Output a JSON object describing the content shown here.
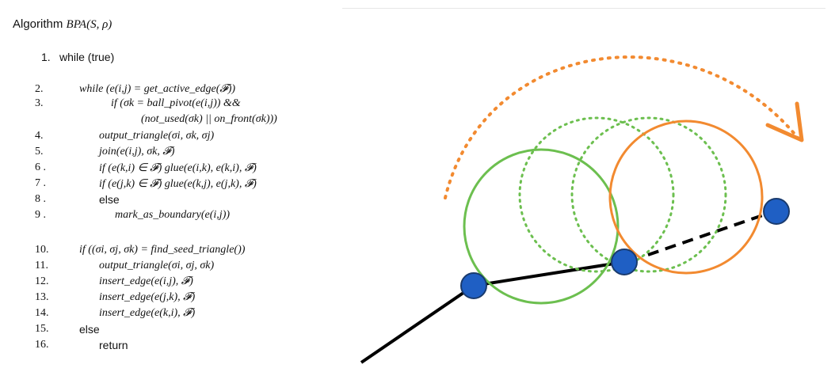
{
  "algorithm": {
    "title_prefix": "Algorithm ",
    "title_math": "BPA(S, ρ)",
    "lines": [
      {
        "num": "1.",
        "text": "while (true)"
      },
      {
        "num": "2.",
        "text": "while (e(i,j) = get_active_edge(𝓕))"
      },
      {
        "num": "3.",
        "text": "if (σk = ball_pivot(e(i,j)) &&"
      },
      {
        "num": "",
        "text": "(not_used(σk) || on_front(σk)))"
      },
      {
        "num": "4.",
        "text": "output_triangle(σi, σk, σj)"
      },
      {
        "num": "5.",
        "text": "join(e(i,j), σk, 𝓕)"
      },
      {
        "num": "6 .",
        "text": "if (e(k,i) ∈ 𝓕) glue(e(i,k), e(k,i), 𝓕)"
      },
      {
        "num": "7 .",
        "text": "if (e(j,k) ∈ 𝓕) glue(e(k,j), e(j,k), 𝓕)"
      },
      {
        "num": "8 .",
        "text": "else"
      },
      {
        "num": "9 .",
        "text": "mark_as_boundary(e(i,j))"
      },
      {
        "num": "10.",
        "text": "if ((σi, σj, σk) = find_seed_triangle())"
      },
      {
        "num": "11.",
        "text": "output_triangle(σi, σj, σk)"
      },
      {
        "num": "12.",
        "text": "insert_edge(e(i,j), 𝓕)"
      },
      {
        "num": "13.",
        "text": "insert_edge(e(j,k), 𝓕)"
      },
      {
        "num": "14.",
        "text": "insert_edge(e(k,i), 𝓕)"
      },
      {
        "num": "15.",
        "text": "else"
      },
      {
        "num": "16.",
        "text": "return"
      }
    ]
  },
  "colors": {
    "green": "#6cbf4f",
    "orange": "#f28a30",
    "point_fill": "#1f5fc4",
    "point_stroke": "#1a3b6e",
    "edge": "#000000"
  }
}
